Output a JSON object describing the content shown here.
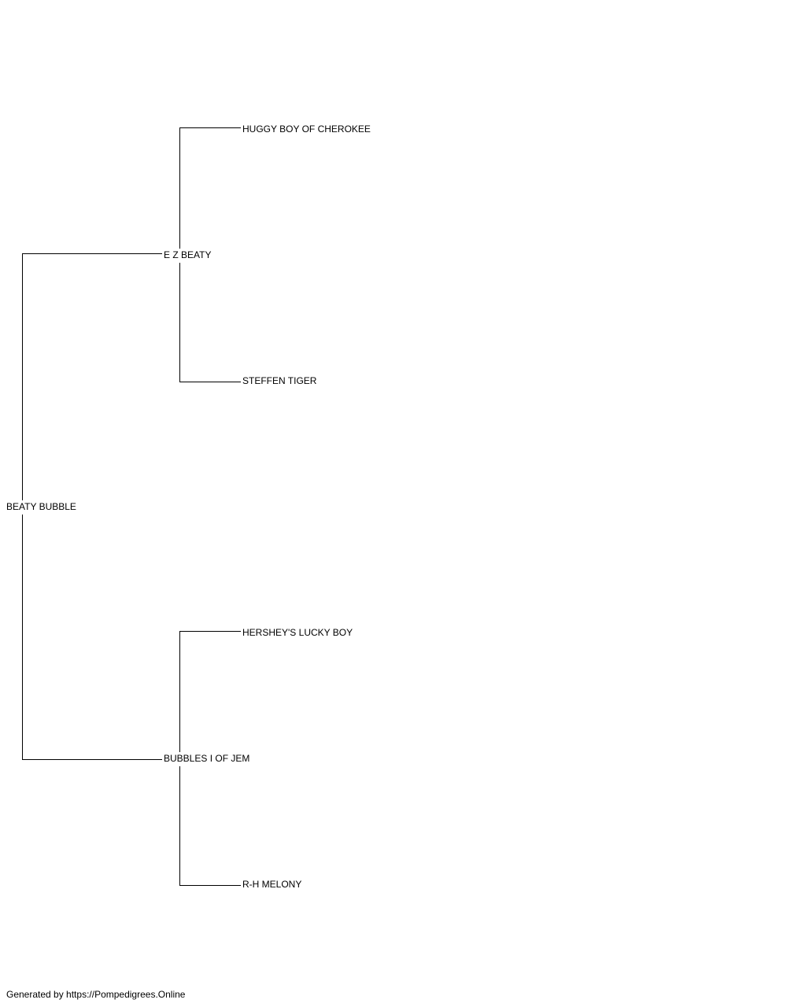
{
  "tree": {
    "subject": "BEATY BUBBLE",
    "sire": {
      "name": "E Z BEATY",
      "sire": "HUGGY BOY OF CHEROKEE",
      "dam": "STEFFEN TIGER"
    },
    "dam": {
      "name": "BUBBLES I OF JEM",
      "sire": "HERSHEY'S LUCKY BOY",
      "dam": "R-H MELONY"
    }
  },
  "colors": {
    "line": "#000000",
    "text": "#000000",
    "background": "#ffffff"
  },
  "footer": {
    "text": "Generated by https://Pompedigrees.Online"
  }
}
